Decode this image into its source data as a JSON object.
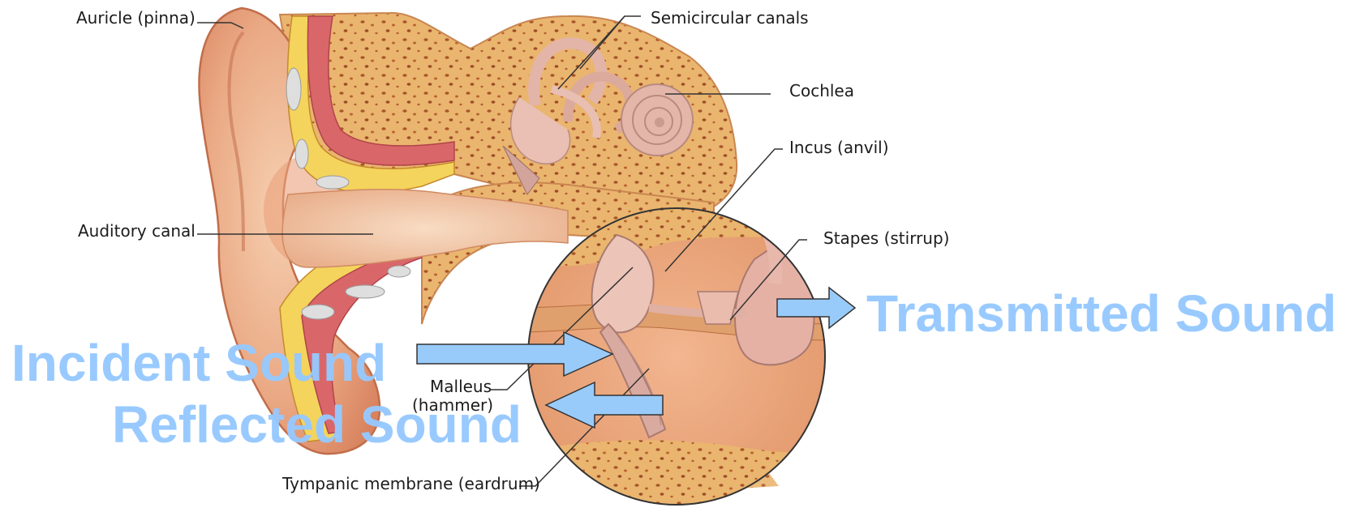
{
  "labels": {
    "auricle": "Auricle (pinna)",
    "semicircular": "Semicircular canals",
    "cochlea": "Cochlea",
    "incus": "Incus (anvil)",
    "auditory_canal": "Auditory canal",
    "stapes": "Stapes (stirrup)",
    "malleus_line1": "Malleus",
    "malleus_line2": "(hammer)",
    "tympanic": "Tympanic membrane (eardrum)"
  },
  "overlay": {
    "incident": "Incident Sound",
    "reflected": "Reflected Sound",
    "transmitted": "Transmitted Sound"
  },
  "colors": {
    "overlay_text": "#96c8ff",
    "arrow_fill": "#99cbfa",
    "skin": "#ebae86",
    "bone": "#e8b573",
    "cartilage": "#f4d45c",
    "muscle": "#d9676a",
    "leader_line": "#333333"
  }
}
